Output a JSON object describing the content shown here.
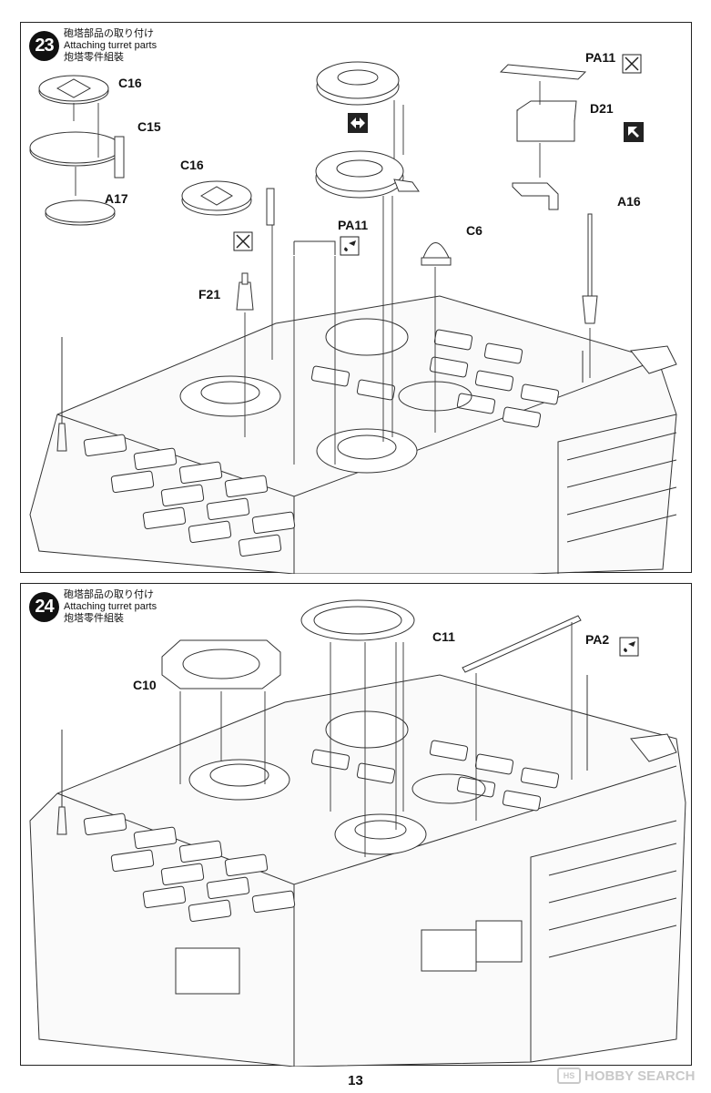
{
  "page": {
    "number": "13"
  },
  "watermark": {
    "text": "HOBBY SEARCH",
    "logo_text": "HS"
  },
  "step23": {
    "number": "23",
    "title_jp": "砲塔部品の取り付け",
    "title_en": "Attaching turret parts",
    "title_cn": "炮塔零件組裝",
    "parts": {
      "c16a": "C16",
      "c15": "C15",
      "a17": "A17",
      "c16b": "C16",
      "f21": "F21",
      "pa11a": "PA11",
      "c6": "C6",
      "pa11b": "PA11",
      "d21": "D21",
      "a16": "A16"
    },
    "symbols": [
      "glue-cement-icon",
      "paint-icon",
      "flip-assembly-icon",
      "no-glue-icon",
      "swap-icon"
    ]
  },
  "step24": {
    "number": "24",
    "title_jp": "砲塔部品の取り付け",
    "title_en": "Attaching turret parts",
    "title_cn": "炮塔零件組裝",
    "parts": {
      "c10": "C10",
      "c11": "C11",
      "pa2": "PA2"
    },
    "symbols": [
      "paint-icon"
    ]
  }
}
